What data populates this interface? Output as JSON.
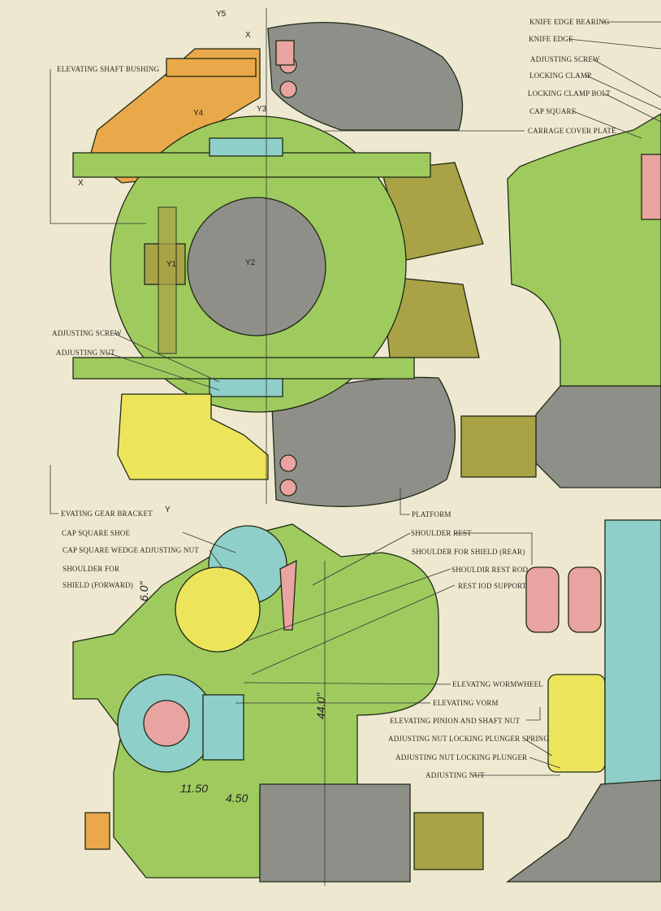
{
  "labels": {
    "knife_edge_bearing": "KNIFE EDGE BEARING",
    "knife_edge": "KNIFE EDGE",
    "adjusting_screw_right": "ADJUSTING SCREW",
    "locking_clamp": "LOCKING CLAMP",
    "locking_clamp_bolt": "LOCKING CLAMP BOLT",
    "cap_square": "CAP SQUARE",
    "carriage_cover_plate": "CARRAGE COVER PLATE",
    "elevating_shaft_bushing": "ELEVATING SHAFT BUSHING",
    "adjusting_screw_left": "ADJUSTING SCREW",
    "adjusting_nut_left": "ADJUSTING NUT",
    "elevating_gear_bracket": "EVATING GEAR BRACKET",
    "platform": "PLATFORM",
    "cap_square_shoe": "CAP SQUARE SHOE",
    "cap_square_wedge_adjusting_nut": "CAP SQUARE WEDGE ADJUSTING NUT",
    "shoulder_for": "SHOULDER FOR",
    "shield_forward": "SHIELD (FORWARD)",
    "shoulder_rest": "SHOULDER REST",
    "shoulder_for_shield_rear": "SHOULDER FOR SHIELD (REAR)",
    "shoulder_rest_rod": "SHOULDIR REST ROD",
    "rest_rod_support": "REST IOD SUPPORT",
    "elevating_wormwheel": "ELEVATNG WORMWHEEL",
    "elevating_worm": "ELEVATING VORM",
    "elevating_pinion_shaft_nut": "ELEVATING PINION AND SHAFT NUT",
    "adjusting_nut_locking_plunger_spring": "ADJUSTING NUT LOCKING PLUNGER SPRING",
    "adjusting_nut_locking_plunger": "ADJUSTING NUT LOCKING PLUNGER",
    "adjusting_nut_bottom": "ADJUSTING NUT"
  },
  "axes": {
    "y5": "Y5",
    "y4": "Y4",
    "y3": "Y3",
    "y2": "Y2",
    "y1": "Y1",
    "y": "Y",
    "x_top": "X",
    "x_left": "X"
  },
  "dimensions": {
    "d1": "6.0\"",
    "d2": "44.0\"",
    "d3": "11.50",
    "d4": "4.50"
  },
  "colors": {
    "green": "#9fcb5e",
    "grey": "#8f8f8a",
    "orange": "#e9a94a",
    "yellow": "#ece55c",
    "blue": "#8fcfc9",
    "pink": "#e9a3a0",
    "olive": "#a9a247"
  }
}
